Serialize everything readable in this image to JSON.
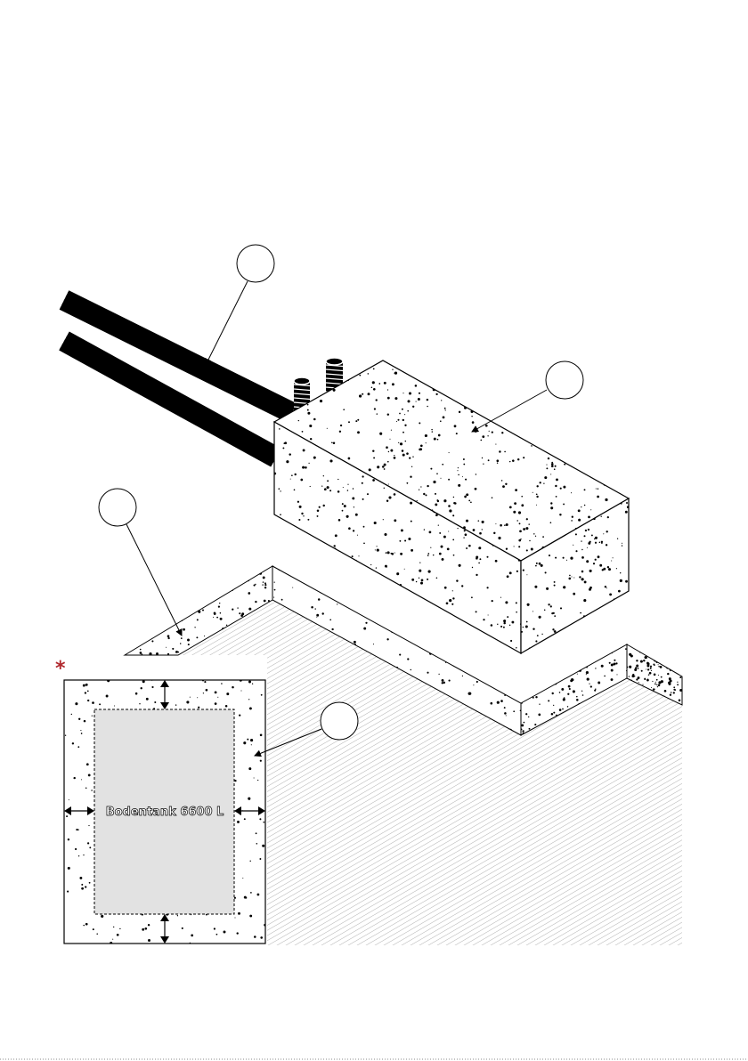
{
  "diagram": {
    "inset_marker": "*",
    "inset_tank_label": "Bodentank 6600 L",
    "callouts": [
      {
        "id": "pipes",
        "text": ""
      },
      {
        "id": "tank-block",
        "text": ""
      },
      {
        "id": "trench-bed",
        "text": ""
      },
      {
        "id": "inset-backfill",
        "text": ""
      }
    ],
    "colors": {
      "line": "#000000",
      "tank_fill": "#e2e2e2",
      "marker": "#b0282d"
    }
  }
}
